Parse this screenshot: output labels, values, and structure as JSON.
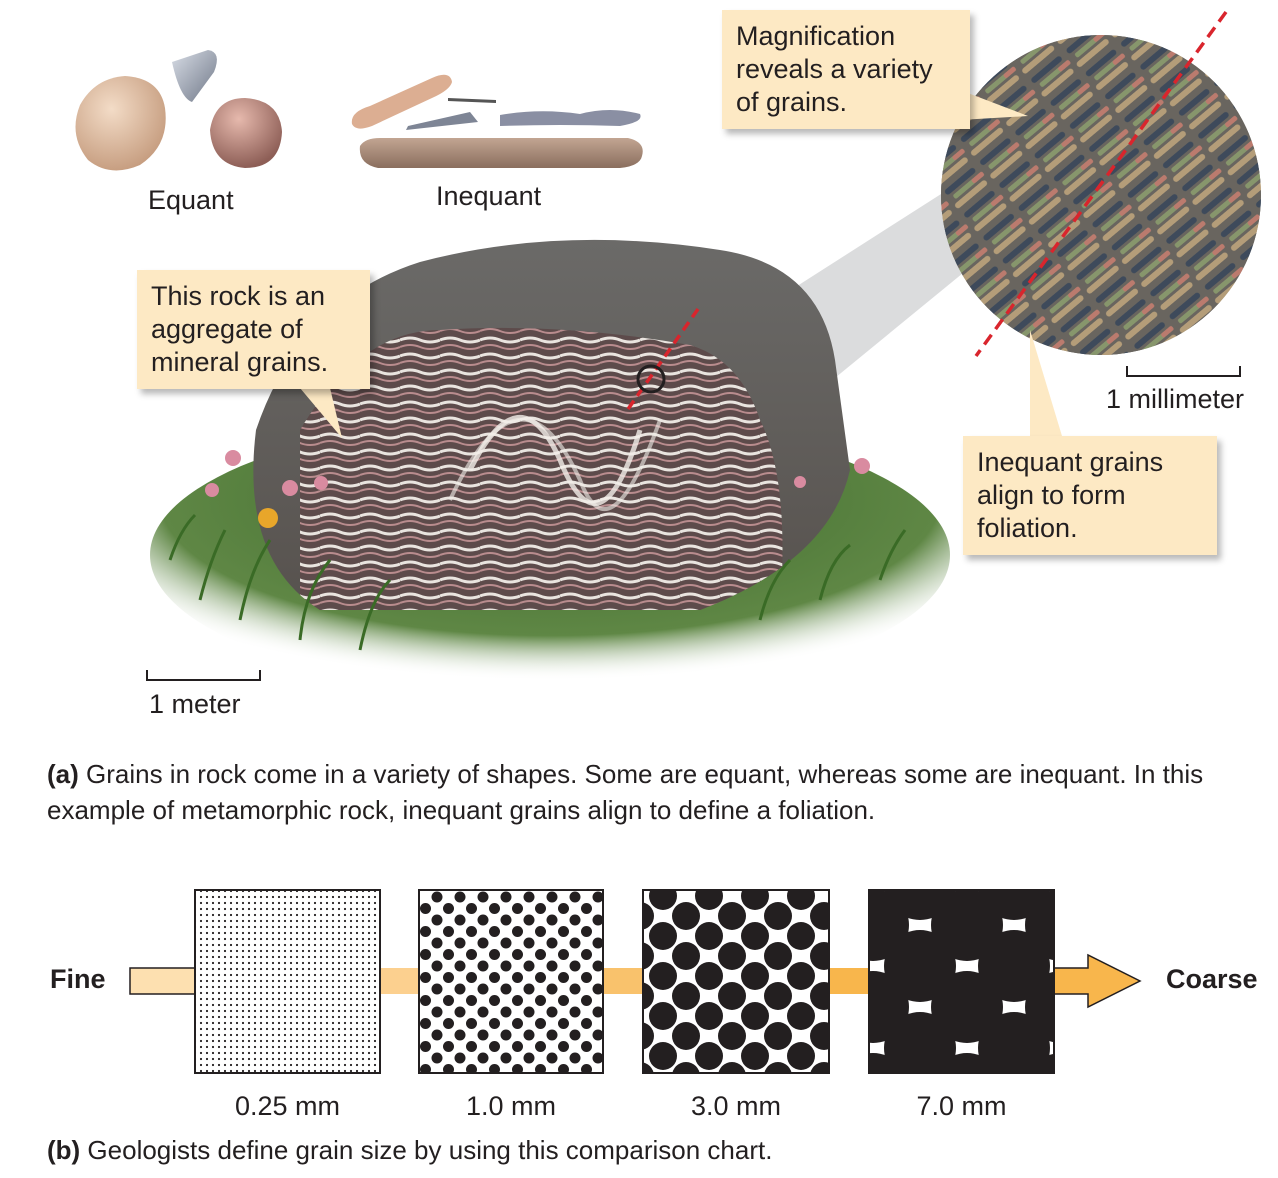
{
  "panel_a": {
    "shape_labels": {
      "equant": "Equant",
      "inequant": "Inequant"
    },
    "callouts": {
      "aggregate": "This rock is an aggregate of mineral grains.",
      "magnification": "Magnification reveals a variety of grains.",
      "foliation": "Inequant grains align to form foliation."
    },
    "scales": {
      "rock": "1 meter",
      "magnified": "1 millimeter"
    },
    "caption_letter": "(a)",
    "caption_text": " Grains in rock come in a variety of shapes. Some are equant, whereas some are inequant. In this example of metamorphic rock, inequant grains align to define a foliation."
  },
  "panel_b": {
    "fine_label": "Fine",
    "coarse_label": "Coarse",
    "sizes": [
      "0.25 mm",
      "1.0 mm",
      "3.0 mm",
      "7.0 mm"
    ],
    "caption_letter": "(b)",
    "caption_text": " Geologists define grain size by using this comparison chart."
  },
  "colors": {
    "callout_fill": "#fde9c4",
    "arrow_light": "#fde0b0",
    "arrow_dark": "#f8b64c",
    "foliation_line": "#d9252d"
  }
}
